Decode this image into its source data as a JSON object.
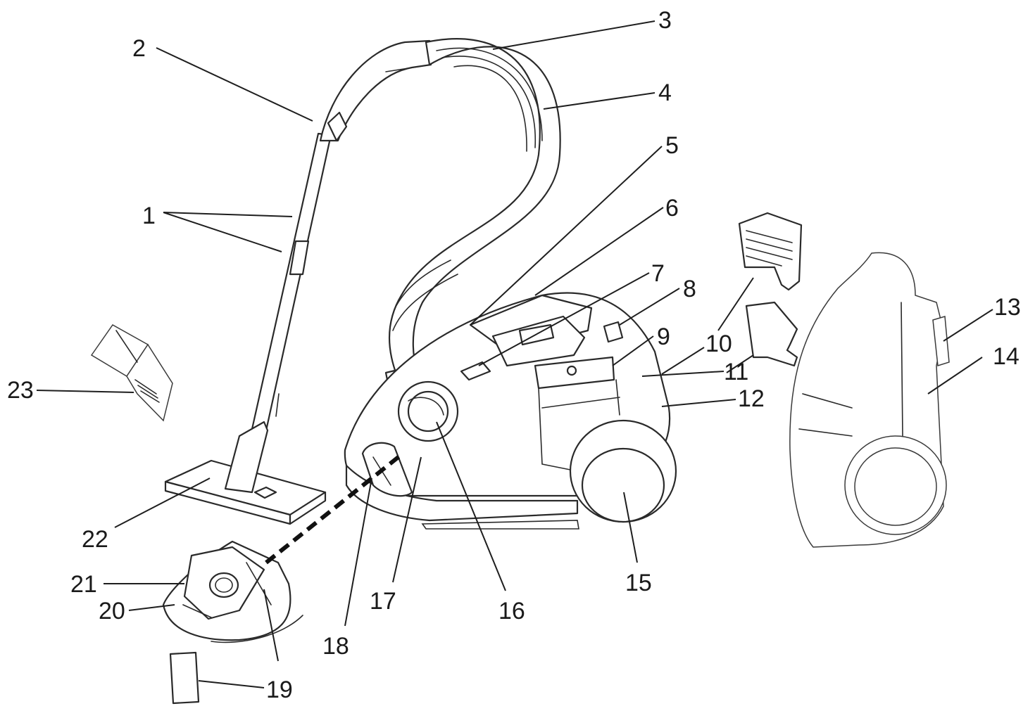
{
  "callouts": [
    {
      "id": "1",
      "label": "1"
    },
    {
      "id": "2",
      "label": "2"
    },
    {
      "id": "3",
      "label": "3"
    },
    {
      "id": "4",
      "label": "4"
    },
    {
      "id": "5",
      "label": "5"
    },
    {
      "id": "6",
      "label": "6"
    },
    {
      "id": "7",
      "label": "7"
    },
    {
      "id": "8",
      "label": "8"
    },
    {
      "id": "9",
      "label": "9"
    },
    {
      "id": "10",
      "label": "10"
    },
    {
      "id": "11",
      "label": "11"
    },
    {
      "id": "12",
      "label": "12"
    },
    {
      "id": "13",
      "label": "13"
    },
    {
      "id": "14",
      "label": "14"
    },
    {
      "id": "15",
      "label": "15"
    },
    {
      "id": "16",
      "label": "16"
    },
    {
      "id": "17",
      "label": "17"
    },
    {
      "id": "18",
      "label": "18"
    },
    {
      "id": "19",
      "label": "19"
    },
    {
      "id": "20",
      "label": "20"
    },
    {
      "id": "21",
      "label": "21"
    },
    {
      "id": "22",
      "label": "22"
    },
    {
      "id": "23",
      "label": "23"
    }
  ],
  "colors": {
    "line": "#2a2a2a",
    "background": "#ffffff"
  }
}
